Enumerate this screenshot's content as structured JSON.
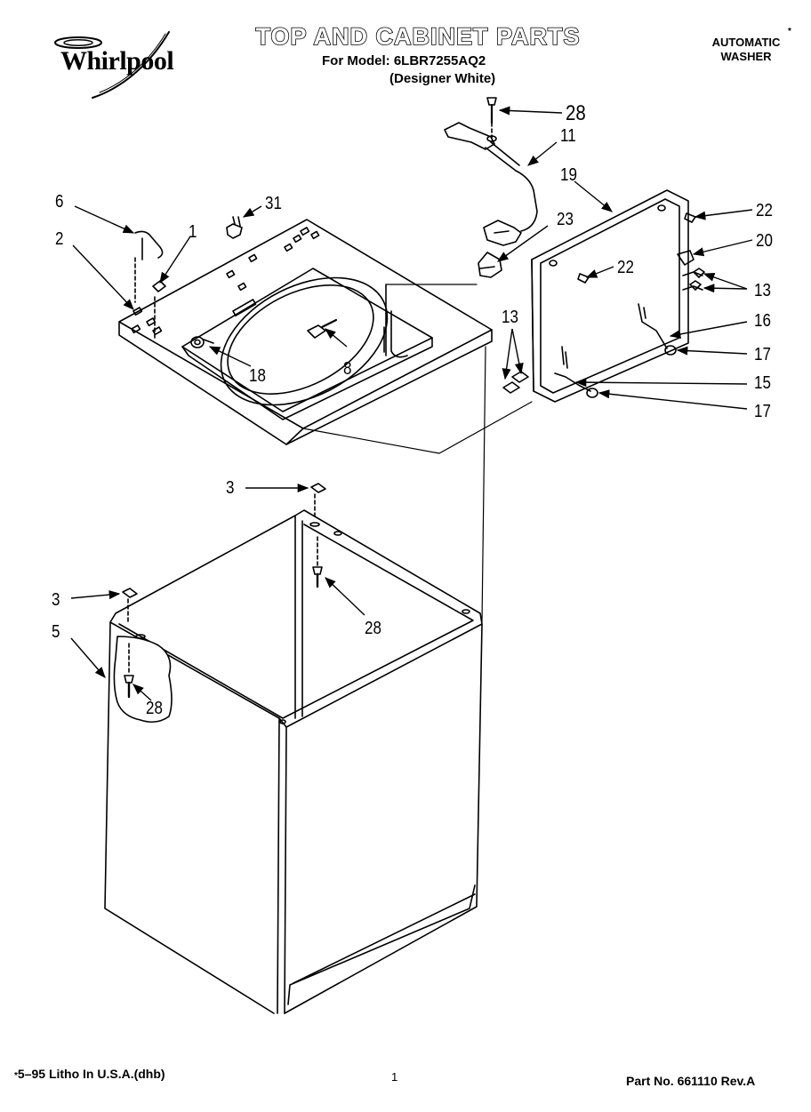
{
  "header": {
    "brand": "Whirlpool",
    "title": "TOP AND CABINET PARTS",
    "model_line": "For Model: 6LBR7255AQ2",
    "variant": "(Designer White)",
    "product_type_line1": "AUTOMATIC",
    "product_type_line2": "WASHER",
    "marker": "*"
  },
  "footer": {
    "print_info": "5–95 Litho In U.S.A.(dhb)",
    "print_marker": "*",
    "page_number": "1",
    "part_number": "Part No. 661110 Rev.A"
  },
  "callouts": {
    "c6": "6",
    "c2": "2",
    "c1": "1",
    "c31": "31",
    "c28_top": "28",
    "c11": "11",
    "c19": "19",
    "c23": "23",
    "c22_right": "22",
    "c20": "20",
    "c22_mid": "22",
    "c13_right": "13",
    "c16": "16",
    "c13_left": "13",
    "c17_top": "17",
    "c15": "15",
    "c17_bottom": "17",
    "c8": "8",
    "c18": "18",
    "c3_top": "3",
    "c28_mid": "28",
    "c3_left": "3",
    "c5": "5",
    "c28_low": "28"
  },
  "colors": {
    "ink": "#000000",
    "paper": "#ffffff",
    "shade": "#d9d9d9"
  }
}
